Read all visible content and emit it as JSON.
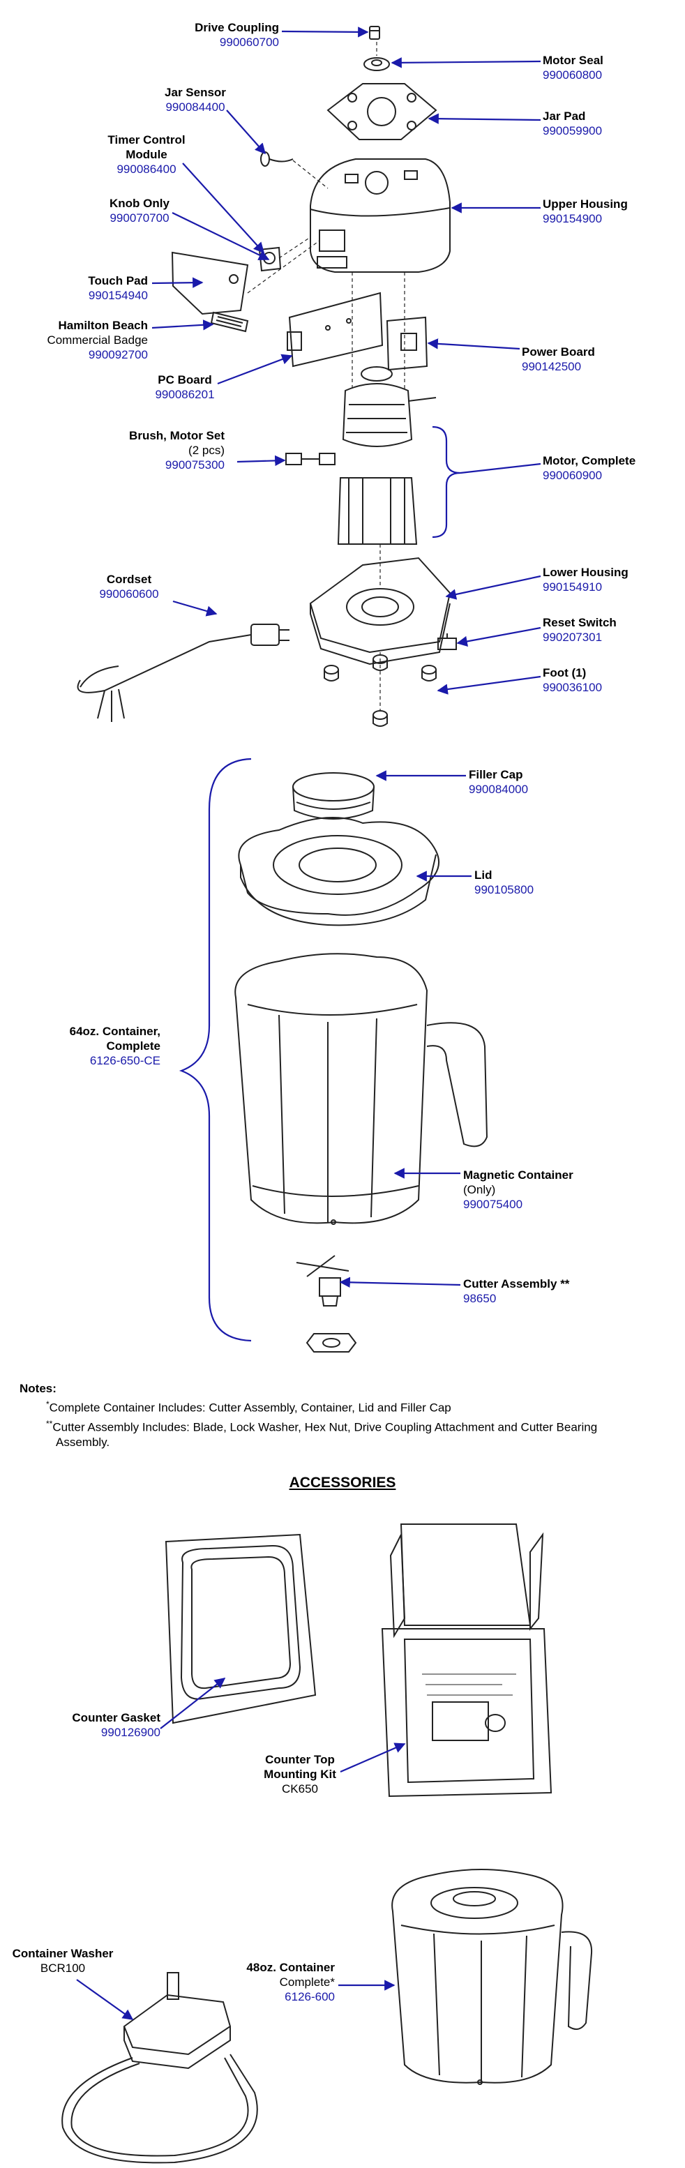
{
  "parts": [
    {
      "key": "drive-coupling",
      "name": "Drive Coupling",
      "part": "990060700"
    },
    {
      "key": "motor-seal",
      "name": "Motor Seal",
      "part": "990060800"
    },
    {
      "key": "jar-sensor",
      "name": "Jar Sensor",
      "part": "990084400"
    },
    {
      "key": "jar-pad",
      "name": "Jar Pad",
      "part": "990059900"
    },
    {
      "key": "timer-control-module",
      "name": "Timer Control Module",
      "part": "990086400"
    },
    {
      "key": "knob-only",
      "name": "Knob Only",
      "part": "990070700"
    },
    {
      "key": "upper-housing",
      "name": "Upper Housing",
      "part": "990154900"
    },
    {
      "key": "touch-pad",
      "name": "Touch Pad",
      "part": "990154940"
    },
    {
      "key": "hamilton-beach-badge",
      "name": "Hamilton Beach",
      "desc": "Commercial Badge",
      "part": "990092700"
    },
    {
      "key": "power-board",
      "name": "Power Board",
      "part": "990142500"
    },
    {
      "key": "pc-board",
      "name": "PC Board",
      "part": "990086201"
    },
    {
      "key": "brush-motor-set",
      "name": "Brush, Motor Set",
      "desc": "(2 pcs)",
      "part": "990075300"
    },
    {
      "key": "motor-complete",
      "name": "Motor, Complete",
      "part": "990060900"
    },
    {
      "key": "cordset",
      "name": "Cordset",
      "part": "990060600"
    },
    {
      "key": "lower-housing",
      "name": "Lower Housing",
      "part": "990154910"
    },
    {
      "key": "reset-switch",
      "name": "Reset Switch",
      "part": "990207301"
    },
    {
      "key": "foot",
      "name": "Foot (1)",
      "part": "990036100"
    },
    {
      "key": "filler-cap",
      "name": "Filler Cap",
      "part": "990084000"
    },
    {
      "key": "lid",
      "name": "Lid",
      "part": "990105800"
    },
    {
      "key": "container-64oz",
      "name": "64oz. Container, Complete",
      "part": "6126-650-CE"
    },
    {
      "key": "magnetic-container",
      "name": "Magnetic Container",
      "desc": "(Only)",
      "part": "990075400"
    },
    {
      "key": "cutter-assembly",
      "name": "Cutter Assembly **",
      "part": "98650"
    },
    {
      "key": "counter-gasket",
      "name": "Counter Gasket",
      "part": "990126900"
    },
    {
      "key": "counter-top-kit",
      "name": "Counter Top Mounting Kit",
      "part": "CK650"
    },
    {
      "key": "container-washer",
      "name": "Container Washer",
      "part": "BCR100"
    },
    {
      "key": "container-48oz",
      "name": "48oz. Container",
      "desc": "Complete*",
      "part": "6126-600"
    }
  ],
  "notes": {
    "title": "Notes:",
    "line1_mark": "*",
    "line1": "Complete Container Includes: Cutter Assembly, Container, Lid and Filler Cap",
    "line2_mark": "**",
    "line2": "Cutter Assembly Includes:  Blade, Lock Washer, Hex Nut, Drive Coupling Attachment and Cutter Bearing Assembly."
  },
  "accessories_title": "ACCESSORIES",
  "colors": {
    "callout": "#1a1aaa",
    "line": "#222222"
  }
}
